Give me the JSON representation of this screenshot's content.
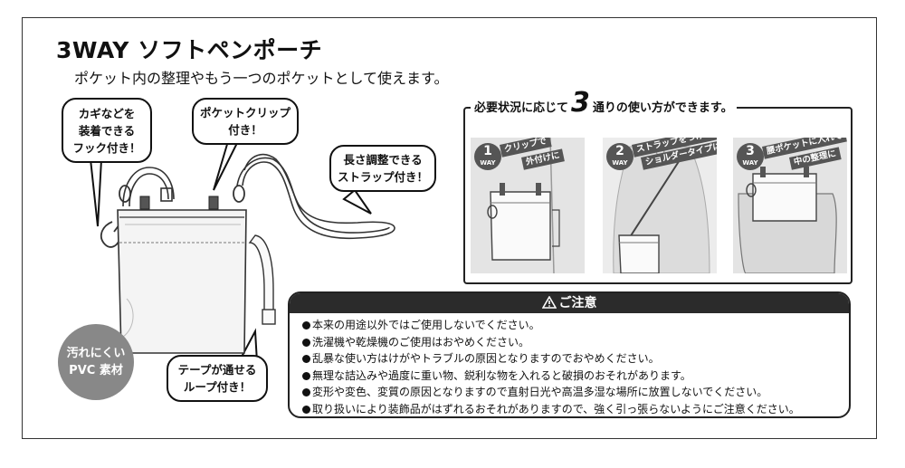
{
  "header": {
    "title": "3WAY ソフトペンポーチ",
    "subtitle": "ポケット内の整理やもう一つのポケットとして使えます。"
  },
  "callouts": {
    "hook": [
      "カギなどを",
      "装着できる",
      "フック付き！"
    ],
    "clip": [
      "ポケットクリップ",
      "付き！"
    ],
    "strap": [
      "長さ調整できる",
      "ストラップ付き！"
    ],
    "loop": [
      "テープが通せる",
      "ループ付き！"
    ],
    "material": [
      "汚れにくい",
      "PVC 素材"
    ]
  },
  "usage": {
    "heading_before": "必要状況に応じて",
    "heading_number": "3",
    "heading_after": "通りの使い方ができます。",
    "ways": [
      {
        "num": "1",
        "unit": "WAY",
        "line1": "クリップで",
        "line2": "外付けに"
      },
      {
        "num": "2",
        "unit": "WAY",
        "line1": "ストラップをつけて",
        "line2": "ショルダータイプに"
      },
      {
        "num": "3",
        "unit": "WAY",
        "line1": "腰ポケットに入れて",
        "line2": "中の整理に"
      }
    ]
  },
  "caution": {
    "heading": "ご注意",
    "warning_icon": "warning-triangle-icon",
    "items": [
      "本来の用途以外ではご使用しないでください。",
      "洗濯機や乾燥機のご使用はおやめください。",
      "乱暴な使い方はけがやトラブルの原因となりますのでおやめください。",
      "無理な詰込みや過度に重い物、鋭利な物を入れると破損のおそれがあります。",
      "変形や変色、変質の原因となりますので直射日光や高温多湿な場所に放置しないでください。",
      "取り扱いにより装飾品がはずれるおそれがありますので、強く引っ張らないようにご注意ください。"
    ]
  }
}
